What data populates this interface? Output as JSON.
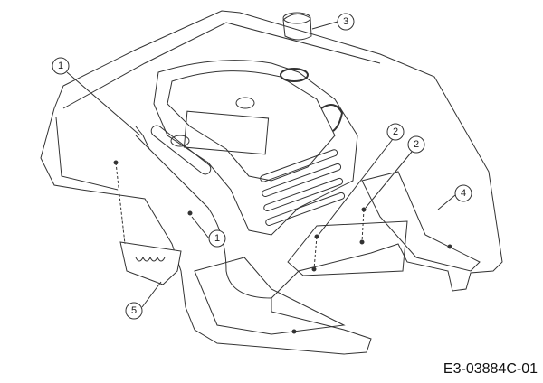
{
  "diagram": {
    "code": "E3-03884C-01",
    "callouts": [
      {
        "id": "c1a",
        "label": "1"
      },
      {
        "id": "c1b",
        "label": "1"
      },
      {
        "id": "c2a",
        "label": "2"
      },
      {
        "id": "c2b",
        "label": "2"
      },
      {
        "id": "c3",
        "label": "3"
      },
      {
        "id": "c4",
        "label": "4"
      },
      {
        "id": "c5",
        "label": "5"
      }
    ]
  }
}
